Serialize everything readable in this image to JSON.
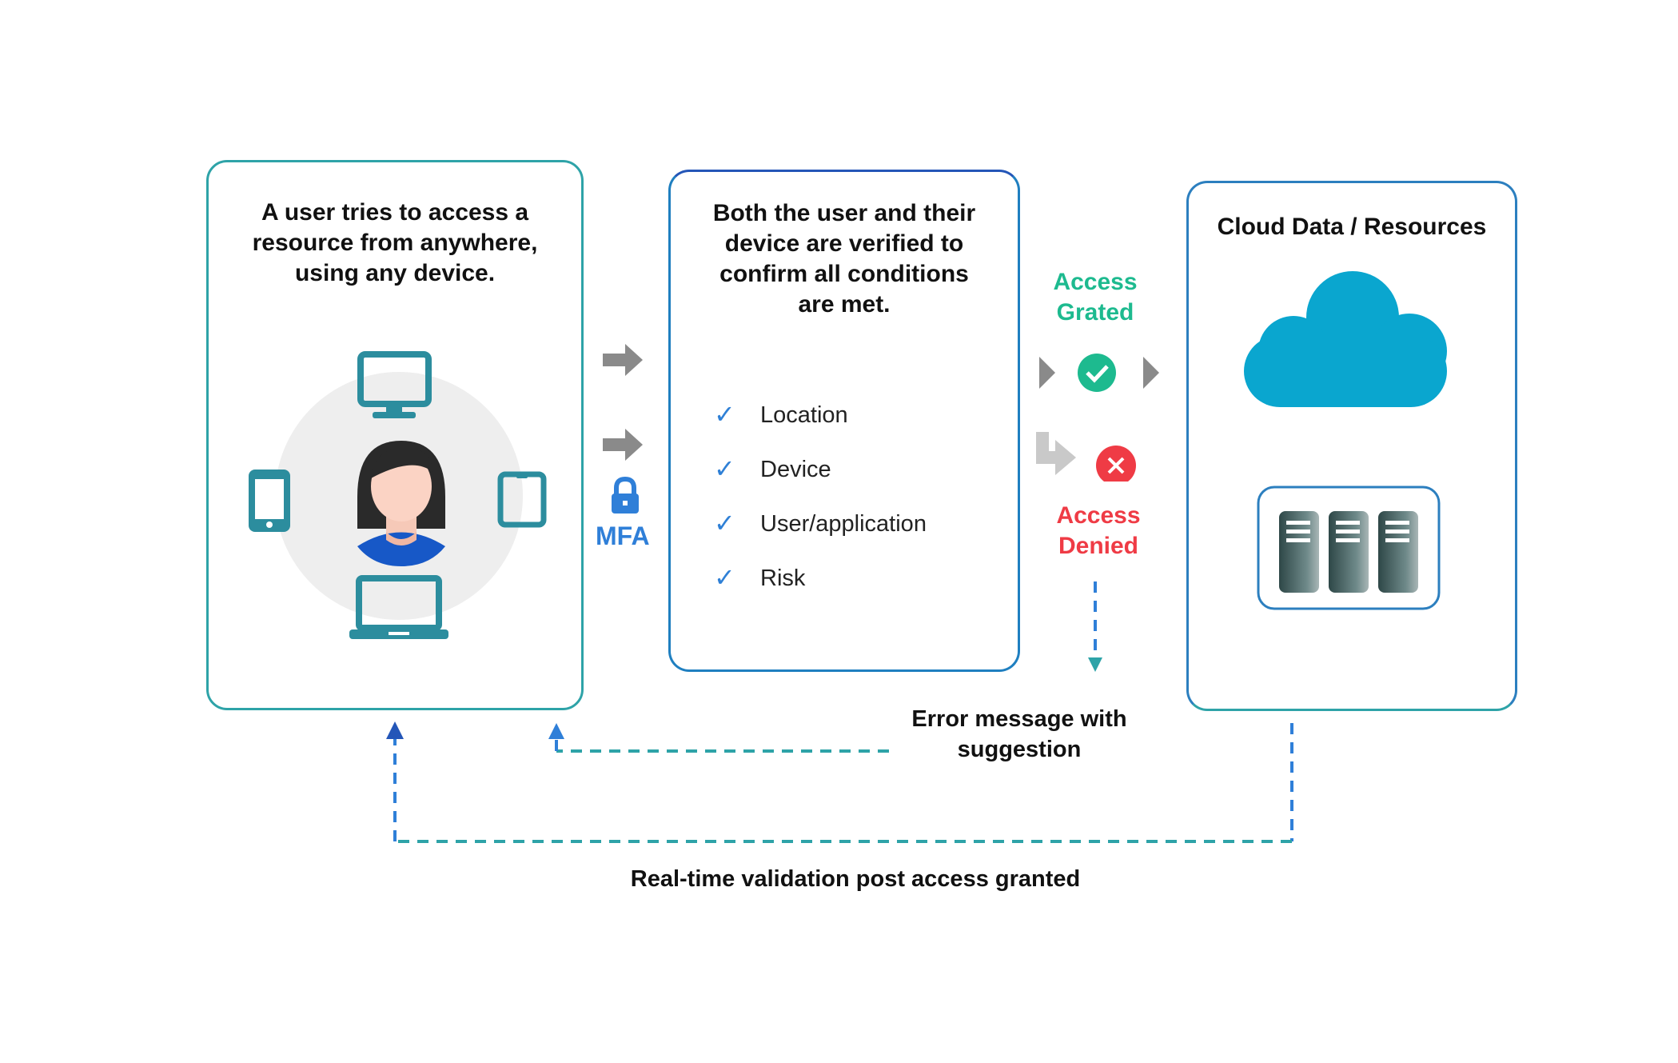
{
  "panels": {
    "user": {
      "text_lines": [
        "A user tries to access a",
        "resource from anywhere,",
        "using any device."
      ]
    },
    "verify": {
      "text_lines": [
        "Both the user and their",
        "device are verified to",
        "confirm all conditions",
        "are met."
      ],
      "checks": [
        "Location",
        "Device",
        "User/application",
        "Risk"
      ]
    },
    "cloud": {
      "title": "Cloud Data / Resources"
    }
  },
  "mfa_label": "MFA",
  "access_granted": [
    "Access",
    "Grated"
  ],
  "access_denied": [
    "Access",
    "Denied"
  ],
  "error_caption": [
    "Error message with",
    "suggestion"
  ],
  "validation_caption": "Real-time validation post access granted",
  "colors": {
    "teal": "#2ea3a8",
    "blue": "#2f7fd8",
    "green": "#1dba8f",
    "red": "#ef3b45",
    "cloud": "#0aa6cf",
    "arrow_gray": "#8a8a8a"
  },
  "icons": [
    "monitor-icon",
    "phone-icon",
    "tablet-icon",
    "laptop-icon",
    "user-avatar-icon",
    "lock-icon",
    "check-circle-icon",
    "x-circle-icon",
    "cloud-icon",
    "server-icon"
  ]
}
